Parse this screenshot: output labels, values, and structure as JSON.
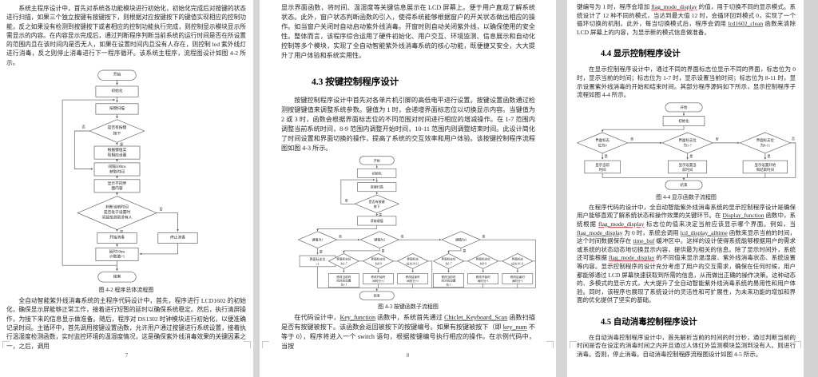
{
  "viewer": {
    "background_color": "#d6d6d6",
    "page_color": "#ffffff",
    "spellcheck_underline_color": "#e05252"
  },
  "pages": {
    "p1": {
      "page_number": "7",
      "para1": "系统主程序设计中，首先对系统各功能模块进行初始化，初始化完成后对按键的状态进行扫描，如果三个独立按键有按键按下，则根据对应按键按下的键值实现相应的控制功能，反之如果没有检测到按键按下或者相应的控制功能执行完成，则控制显示模块显示所需显示的内容。在内容显示完成后，通过判断程序判断当前系统的运行时间是否在所设置的范围内且在该时间内是否无人，如果在设置时间内且没有人存在，则控制 led 紫外线灯进行消毒，反之则停止消毒进行下一程序循环。该系统主程序，流程图设计如图 4-2 所示。",
      "caption": "图 4-2  程序总体流程图",
      "para2": "全自动智能紫外线消毒系统的主程序代码设计中，首先，程序进行 LCD1602 的初始化，确保显示屏能够正常工作，接着进行短暂的延时以确保系统稳定。然后，执行清屏操作，为接下来的信息显示做准备。随后，程序对 DS1302 时钟模块进行初始化，以便准确记录时间。主循环中，首先调用按键设置函数，允许用户通过按键进行系统设置，接着执行温湿度检测函数，实时监控环境的温湿度情况，这是确保紫外线消毒效果的关键因素之一，之后，调用",
      "flow": {
        "start": "开始",
        "init": "初始化",
        "scan": "按键扫描",
        "d1l1": "是否有按键",
        "d1l2": "按下",
        "yes": "是",
        "no": "否",
        "r2l1": "根据键值实",
        "r2l2": "现相应设置",
        "r3l1": "间隔500ms",
        "r3l2": "获取时间",
        "r4l1": "显示不同界",
        "r4l2": "面内容",
        "d2l1": "判断当前时间",
        "d2l2": "是否处于设置时",
        "d2l3": "间且检测到没有人",
        "on": "开始消毒",
        "off": "停止消毒",
        "dll1": "延时10ms",
        "dll2": "计数值+1",
        "end": "结束"
      }
    },
    "p2": {
      "page_number": "8",
      "para1": "显示界面函数，将时间、温湿度等关键信息展示在 LCD 屏幕上。便于用户直观了解系统状态。此外，窗户状态判断函数的引入，使得系统能够根据窗户的开关状态做出相应的操作。如当窗户关闭时自动启动紫外线消毒。开窗时则自动关闭紫外线，以确保使用的安全性。整体而言，该程序综合运用了硬件初始化、用户交互、环境监测、信息展示和自动化控制等多个模块，实现了全自动智能紫外线消毒系统的核心功能，既便捷又安全，大大提升了用户体验和系统实用性。",
      "h43": "4.3  按键控制程序设计",
      "para2": "按键控制程序设计中首先对各单片机引脚的高低电平进行设置。按键设置函数通过检测按键键值来调整系统参数。键值为 1 时，会递增界面标志位以切换显示内容。当键值为 2 或 3 时，函数会根据界面标志位的不同范围对时间进行相应的增减操作。在 1-7 范围内调整当前系统时间，8-9 范围内调整开始时间，10-11 范围内则调整结束时间。此设计简化了时间设置和界面切换的操作，提高了系统的交互效率和用户体验。该按键控制程序流程图如图 4-3 所示。",
      "caption": "图 4-3  按键函数子流程图",
      "para3": [
        {
          "t": "在代码设计中，"
        },
        {
          "t": "Key_function",
          "u": true
        },
        {
          "t": " 函数中，系统首先通过 "
        },
        {
          "t": "Chiclet_Keyboard_Scan",
          "u": true
        },
        {
          "t": " 函数扫描是否有按键被按下。该函数会返回被按下的按键编号。如果有按键被按下（即 "
        },
        {
          "t": "key_num",
          "u": true
        },
        {
          "t": " 不等于 0），程序将进入一个 switch 语句，根据按键编号执行相应的操作。在示例代码中，当按"
        }
      ],
      "flow": {
        "start": "开始",
        "init": "初始化",
        "scan": "按键扫描",
        "d1l1": "是否有按键",
        "d1l2": "按下",
        "key": "获取键值",
        "k1": "键值为1",
        "k2": "键值为2",
        "k3": "键值为3",
        "flagl1": "界面标志位",
        "flagl2": "+1",
        "s17l1": "界面标志位",
        "s17l2": "为1-7",
        "s89l1": "界面标志位",
        "s89l2": "为8-9",
        "s1011l1": "界面标志",
        "s1011l2": "位为10-11",
        "incal1": "修改当前时",
        "incal2": "间对应设置",
        "incal3": "位+1",
        "incsl1": "修改开始时",
        "incsl2": "间时分+1",
        "incel1": "修改结束时",
        "incel2": "间时分+1",
        "decal3": "位-1",
        "decsl2": "间时分-1",
        "decel2": "间时分-1",
        "yes": "是",
        "no": "否",
        "end": "结束"
      }
    },
    "p3": {
      "page_number": "9",
      "para1": [
        {
          "t": "键编号为 1 时，程序会增加 "
        },
        {
          "t": "flag_mode_display",
          "u": true
        },
        {
          "t": " 的值，用于切换不同的显示模式。系统设计了 12 种不同的模式，当达到最大值 12 时，会循环回到模式 0，实现了一个循环切换的机制。此外，每当切换模式后，程序会调用 "
        },
        {
          "t": "lcd1602_clean",
          "u": true
        },
        {
          "t": " 函数来清除 LCD 屏幕上的内容，为显示新的模式信息做准备。"
        }
      ],
      "h44": "4.4  显示控制程序设计",
      "para2": "在显示控制程序设计中，通过不同的界面标志位显示不同的界面，标志位为 0 时，显示当前的时间；标志位为 1-7 时，显示设置当前时间；标志位为 8-11 时，显示设置紫外线消毒的开始和结束时间。其部分程序源码如下所示，显示控制程序子流程如图 4-4 所示。",
      "caption": "图 4-4  显示函数子流程图",
      "para3": [
        {
          "t": "在程序代码的设计中，全自动智能紫外线消毒系统的显示控制程序设计是确保用户能够直观了解系统状态和操作效果的关键环节。在 "
        },
        {
          "t": "Display_function",
          "u": true
        },
        {
          "t": " 函数中，系统根据 "
        },
        {
          "t": "flag_mode_display",
          "u": true
        },
        {
          "t": " 标志位的值来决定当前应该显示哪个界面。例如，当 "
        },
        {
          "t": "flag_mode_display",
          "u": true
        },
        {
          "t": " 为 0 时，系统会调用 "
        },
        {
          "t": "lcd_display_alltime",
          "u": true
        },
        {
          "t": " 函数来显示当前的时间，这个时间数据保存在 "
        },
        {
          "t": "time_buf",
          "u": true
        },
        {
          "t": " 缓冲区中。这样的设计使得系统能够根据用户的需求或系统的状态动态地切换显示内容，提供最为相关的信息。除了显示时间外，系统还可能根据 "
        },
        {
          "t": "flag_mode_display",
          "u": true
        },
        {
          "t": " 的不同值来显示温湿度、紫外线消毒状态、系统设置等内容。显示控制程序的设计充分考虑了用户的交互需求，确保在任何时候，用户都能够通过 LCD 屏幕快速获取到所需的信息，从而做出正确的操作决策。这种动态的、多模式的显示方式，大大提升了全自动智能紫外线消毒系统的易用性和用户体验。同时，该程序也展现了系统设计的灵活性和可扩展性，为未来功能的增加和界面的优化提供了坚实的基础。"
        }
      ],
      "h45": "4.5  自动消毒控制程序设计",
      "para4": "在自动消毒控制程序设计中，首先解析当前的时间的时分秒，通过判断当前的时间是否在设定的消毒时间之内并且通过人体红外监测模块监测到没有人。则进行消毒。否则，停止消毒。自动消毒控制程序流程图设计如图 4-5 所示。",
      "flow": {
        "start": "开始",
        "init": "初始化",
        "d0l1": "界面标志",
        "d0l2": "位为0",
        "d17l1": "界面标志位",
        "d17l2": "为1-7",
        "d811l1": "界面标志位",
        "d811l2": "为8-11",
        "r0l1": "显示当前",
        "r0l2": "时间",
        "r17l1": "显示设置当",
        "r17l2": "前时间",
        "r811l1": "显示设置开始",
        "r811l2": "和结束时间",
        "yes": "是",
        "no": "否",
        "end": "结束"
      }
    }
  }
}
